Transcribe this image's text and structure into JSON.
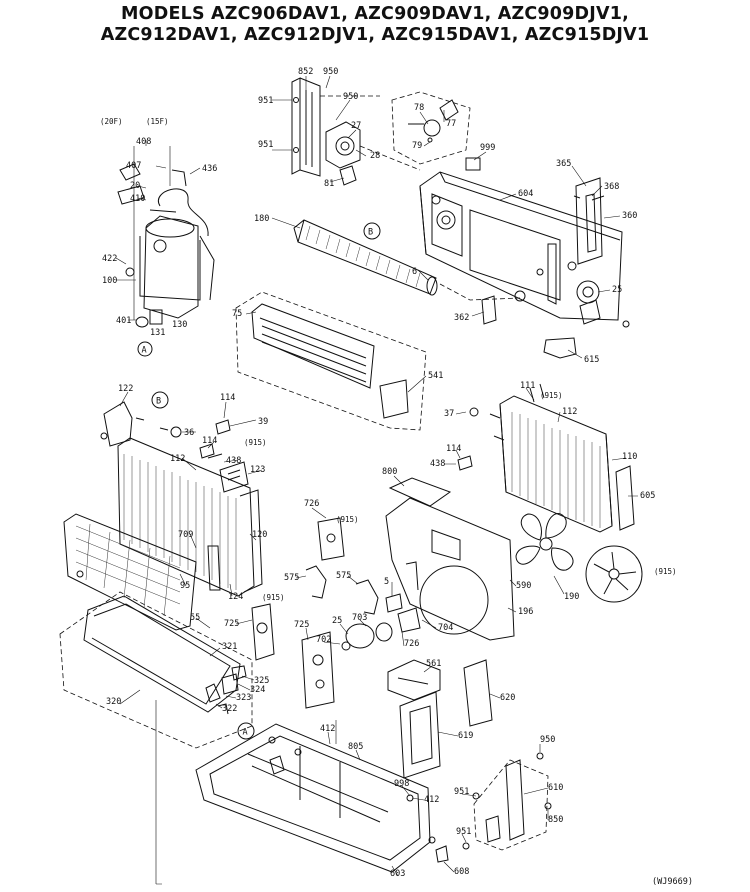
{
  "title": {
    "line1": "MODELS AZC906DAV1, AZC909DAV1, AZC909DJV1,",
    "line2": "AZC912DAV1, AZC912DJV1, AZC915DAV1, AZC915DJV1"
  },
  "drawing_id": "(WJ9669)",
  "callouts": {
    "p852": "852",
    "p950a": "950",
    "p950b": "950",
    "p951a": "951",
    "p951b": "951",
    "p27": "27",
    "p28": "28",
    "p81": "81",
    "p78": "78",
    "p77": "77",
    "p79": "79",
    "p999": "999",
    "p365": "365",
    "p368": "368",
    "p360": "360",
    "p604": "604",
    "p180": "180",
    "p6": "6",
    "p25a": "25",
    "p362": "362",
    "p75": "75",
    "p615": "615",
    "p541": "541",
    "p20f": "(20F)",
    "p15f": "(15F)",
    "p408": "408",
    "p407": "407",
    "p436": "436",
    "p20": "20",
    "p410": "410",
    "p422": "422",
    "p100": "100",
    "p401": "401",
    "p131": "131",
    "p130": "130",
    "p122": "122",
    "p36": "36",
    "p114a": "114",
    "p39": "39",
    "p114b": "114",
    "p915a": "(915)",
    "p438a": "438",
    "p123": "123",
    "p112a": "112",
    "p709": "709",
    "p120": "120",
    "p95": "95",
    "p124": "124",
    "p111": "111",
    "p915b": "(915)",
    "p112b": "112",
    "p37": "37",
    "p114c": "114",
    "p438b": "438",
    "p110": "110",
    "p605": "605",
    "p800": "800",
    "p726a": "726",
    "p915c": "(915)",
    "p575a": "575",
    "p575b": "575",
    "p5": "5",
    "p590": "590",
    "p196": "196",
    "p190": "190",
    "p915d": "(915)",
    "p915e": "(915)",
    "p725a": "725",
    "p725b": "725",
    "p25b": "25",
    "p703": "703",
    "p702": "702",
    "p726b": "726",
    "p704": "704",
    "p55": "55",
    "p321": "321",
    "p325": "325",
    "p324": "324",
    "p323": "323",
    "p322": "322",
    "p320": "320",
    "p561": "561",
    "p620": "620",
    "p619": "619",
    "p412a": "412",
    "p805": "805",
    "p998": "998",
    "p412b": "412",
    "p950c": "950",
    "p610": "610",
    "p951c": "951",
    "p850": "850",
    "p951d": "951",
    "p603": "603",
    "p608": "608"
  },
  "ref_markers": {
    "A": "A",
    "B": "B"
  }
}
